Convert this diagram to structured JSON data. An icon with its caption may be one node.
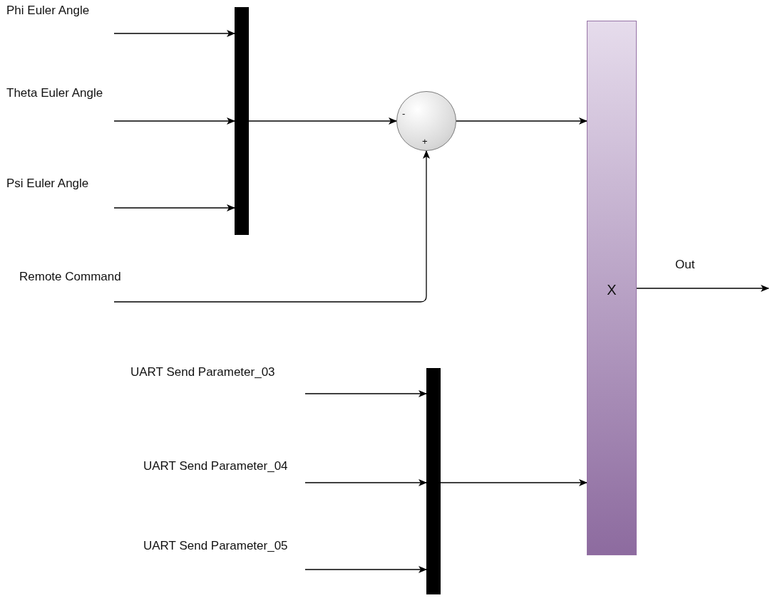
{
  "diagram": {
    "nodes": [
      {
        "text": [],
        "shape": "bar"
      },
      {
        "text": [
          "-",
          "+"
        ]
      },
      {
        "text": [
          "X"
        ]
      },
      {
        "text": [],
        "shape": "bar"
      }
    ],
    "edges": [
      {
        "from": null,
        "to": 0,
        "arrow": "to"
      },
      {
        "from": null,
        "to": 0,
        "arrow": "to"
      },
      {
        "from": null,
        "to": 0,
        "arrow": "to"
      },
      {
        "from": 0,
        "to": 1,
        "arrow": "to"
      },
      {
        "from": null,
        "to": 1,
        "arrow": "to"
      },
      {
        "from": 1,
        "to": 2,
        "arrow": "to"
      },
      {
        "from": null,
        "to": 3,
        "arrow": "to"
      },
      {
        "from": null,
        "to": 3,
        "arrow": "to"
      },
      {
        "from": null,
        "to": 3,
        "arrow": "to"
      },
      {
        "from": 3,
        "to": 2,
        "arrow": "to"
      },
      {
        "from": 2,
        "to": null,
        "arrow": "to",
        "label": "Out"
      }
    ],
    "labels": [
      "Phi Euler Angle",
      "Theta Euler Angle",
      "Psi Euler Angle",
      "Remote Command",
      "UART Send Parameter_03",
      "UART Send Parameter_04",
      "UART Send Parameter_05"
    ]
  }
}
